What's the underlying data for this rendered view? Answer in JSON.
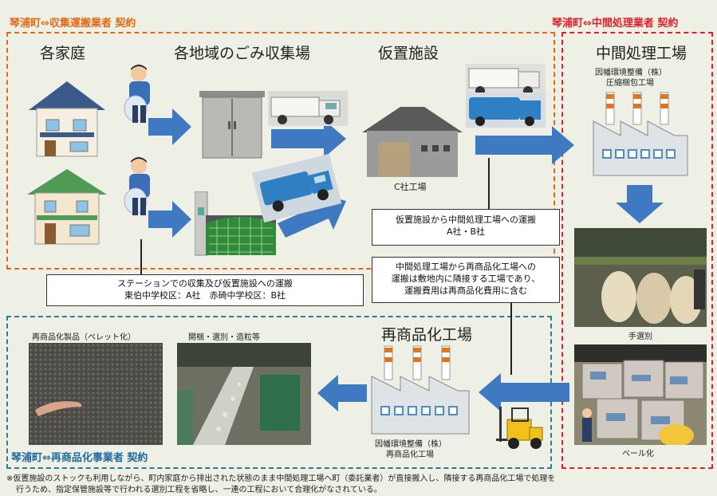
{
  "contracts": {
    "collection": "琴浦町⇔収集運搬業者 契約",
    "intermediate": "琴浦町⇔中間処理業者 契約",
    "recycling": "琴浦町⇔再商品化事業者 契約"
  },
  "stages": {
    "homes": "各家庭",
    "collection_points": "各地域のごみ収集場",
    "temporary": "仮置施設",
    "intermediate": "中間処理工場",
    "recycling": "再商品化工場"
  },
  "labels": {
    "company_c": "C社工場",
    "intermediate_operator_1": "因幡環境整備（株）",
    "intermediate_operator_2": "圧縮梱包工場",
    "hand_sorting": "手選別",
    "baling": "ベール化",
    "pellet_product": "再商品化製品（ペレット化）",
    "processing_steps": "開梱・選別・造粒等",
    "recycling_operator_1": "因幡環境整備（株）",
    "recycling_operator_2": "再商品化工場"
  },
  "notes": {
    "transport_to_intermediate_1": "仮置施設から中間処理工場への運搬",
    "transport_to_intermediate_2": "A社・B社",
    "transport_to_recycling_1": "中間処理工場から再商品化工場への",
    "transport_to_recycling_2": "運搬は敷地内に隣接する工場であり、",
    "transport_to_recycling_3": "運搬費用は再商品化費用に含む",
    "station_collection_1": "ステーションでの収集及び仮置施設への運搬",
    "station_collection_2": "東伯中学校区：A社　赤碕中学校区：B社"
  },
  "footer": {
    "line1": "※仮置施設のストックも利用しながら、町内家庭から排出された状態のまま中間処理工場へ町（委託業者）が直接搬入し、隣接する再商品化工場で処理を",
    "line2": "行うため、指定保管施設等で行われる選別工程を省略し、一連の工程において合理化がなされている。"
  },
  "colors": {
    "orange": "#e36a12",
    "red": "#e0202a",
    "teal": "#2a7f8f",
    "arrow": "#3f79c2"
  }
}
